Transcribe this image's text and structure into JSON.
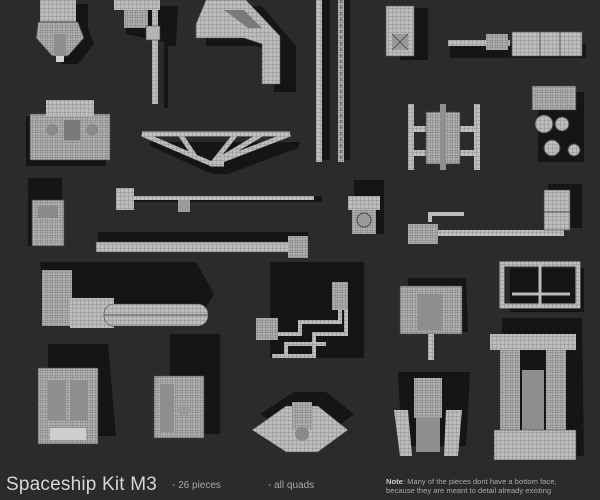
{
  "title": "Spaceship Kit M3",
  "stats": {
    "pieces": "- 26 pieces",
    "quads": "- all quads"
  },
  "note": {
    "label": "Note",
    "line1": ": Many of the pieces dont have a bottom face,",
    "line2": "because they are meant to detail already existing"
  },
  "colors": {
    "background": "#2b2b2b",
    "shadow": "#161616",
    "model_fill": "#b9b9b9",
    "model_dark": "#4a4a4a",
    "wire": "#5c5c5c"
  },
  "pieces": [
    {
      "name": "top-left-module"
    },
    {
      "name": "top-crane-arm"
    },
    {
      "name": "top-angled-bracket"
    },
    {
      "name": "top-vertical-pole"
    },
    {
      "name": "top-small-tower"
    },
    {
      "name": "top-right-panel-bar"
    },
    {
      "name": "engine-block-left"
    },
    {
      "name": "truss-frame"
    },
    {
      "name": "h-frame-rack"
    },
    {
      "name": "machinery-block-right"
    },
    {
      "name": "small-box-unit"
    },
    {
      "name": "long-rod"
    },
    {
      "name": "small-mount"
    },
    {
      "name": "pipe-with-panel"
    },
    {
      "name": "telescopic-beam"
    },
    {
      "name": "cylinder-pipes"
    },
    {
      "name": "pipe-maze"
    },
    {
      "name": "center-bracket-unit"
    },
    {
      "name": "cage-frame"
    },
    {
      "name": "heavy-block-left"
    },
    {
      "name": "tower-block"
    },
    {
      "name": "wing-turret"
    },
    {
      "name": "claw-unit"
    },
    {
      "name": "large-pylon"
    }
  ]
}
